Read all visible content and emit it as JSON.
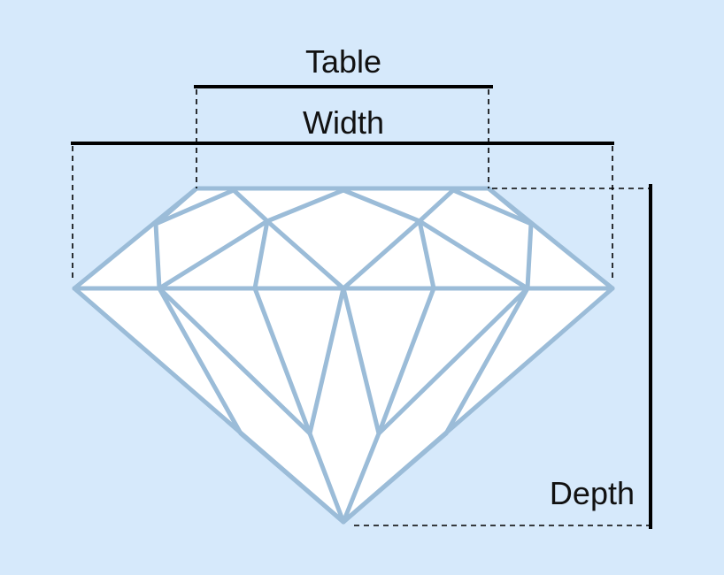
{
  "labels": {
    "table": "Table",
    "width": "Width",
    "depth": "Depth"
  },
  "colors": {
    "background": "#d6e9fb",
    "gem_fill": "#ffffff",
    "facet_lines": "#9bbcd8",
    "measure_lines": "#000000"
  }
}
